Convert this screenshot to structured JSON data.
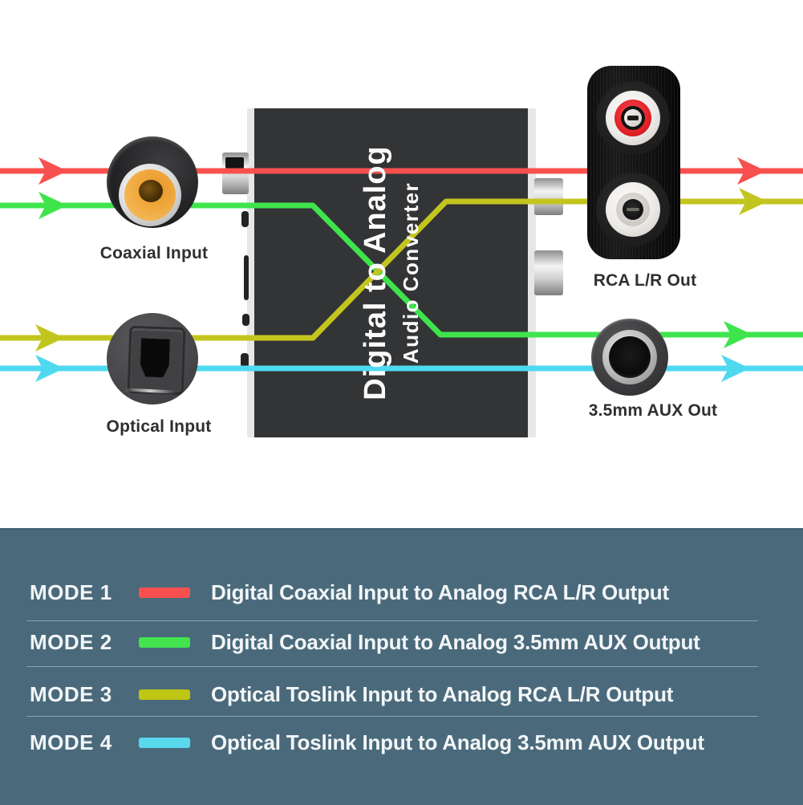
{
  "diagram": {
    "device": {
      "title_line1": "Digital to Analog",
      "title_line2": "Audio Converter"
    },
    "connectors": {
      "coaxial_label": "Coaxial Input",
      "optical_label": "Optical Input",
      "rca_label": "RCA L/R Out",
      "aux_label": "3.5mm AUX Out"
    }
  },
  "colors": {
    "mode1_red": "#f8504f",
    "mode2_green": "#3fe44c",
    "mode3_yellow": "#c3c51f",
    "mode4_cyan": "#4ed9ef",
    "legend_background": "#4a6a7c",
    "device_panel": "#333436"
  },
  "legend": {
    "rows": [
      {
        "mode": "MODE 1",
        "color": "#f7504e",
        "description": "Digital Coaxial Input to Analog RCA L/R Output"
      },
      {
        "mode": "MODE 2",
        "color": "#43e44e",
        "description": "Digital Coaxial Input to Analog 3.5mm AUX Output"
      },
      {
        "mode": "MODE 3",
        "color": "#bfc513",
        "description": "Optical Toslink Input to Analog RCA L/R Output"
      },
      {
        "mode": "MODE 4",
        "color": "#5ad8ee",
        "description": "Optical Toslink Input to Analog 3.5mm AUX Output"
      }
    ]
  }
}
